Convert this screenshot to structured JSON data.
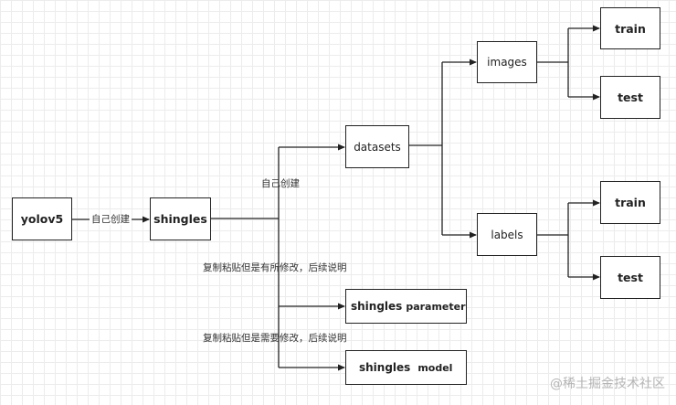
{
  "nodes": {
    "yolov5": "yolov5",
    "shingles": "shingles",
    "datasets": "datasets",
    "images": "images",
    "labels": "labels",
    "train_images": "train",
    "test_images": "test",
    "train_labels": "train",
    "test_labels": "test",
    "parameter_main": "shingles",
    "parameter_sub": "parameter",
    "model_main": "shingles",
    "model_sub": "model"
  },
  "edge_labels": {
    "create_1": "自己创建",
    "create_2": "自己创建",
    "copy_modify_1": "复制粘贴但是有所修改，后续说明",
    "copy_modify_2": "复制粘贴但是需要修改，后续说明"
  },
  "watermark": "@稀土掘金技术社区"
}
